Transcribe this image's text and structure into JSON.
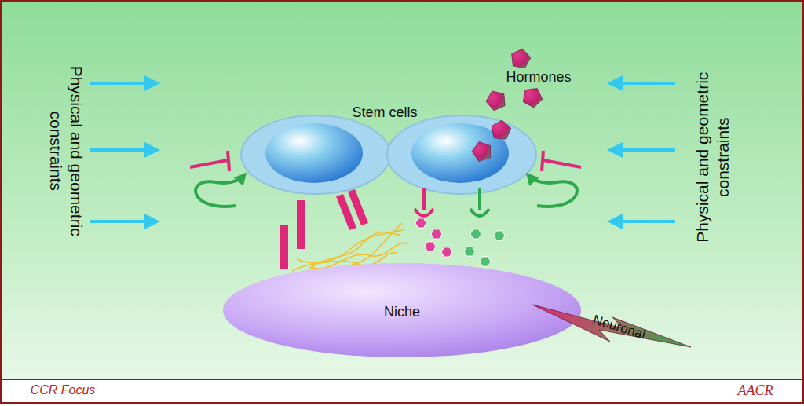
{
  "diagram": {
    "nodes": [
      {
        "text": [
          "Niche"
        ]
      },
      {
        "text": [
          "Neuronal"
        ]
      }
    ],
    "labels": [
      "Physical and geometric constraints",
      "Hormones",
      "Stem cells",
      "Physical and geometric constraints",
      "CCR Focus",
      "AACR"
    ]
  }
}
